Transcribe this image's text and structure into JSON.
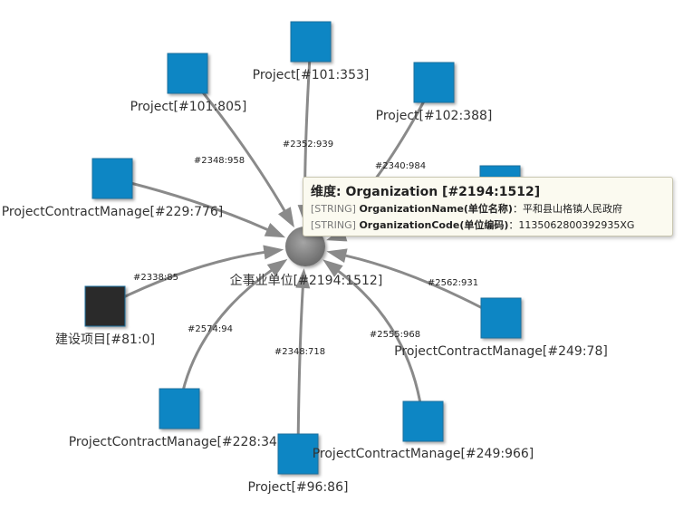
{
  "center": {
    "label": "企事业单位[#2194:1512]"
  },
  "nodes": [
    {
      "id": "n1",
      "label": "Project[#101:805]",
      "color": "#0a86c4"
    },
    {
      "id": "n2",
      "label": "Project[#101:353]",
      "color": "#0a86c4"
    },
    {
      "id": "n3",
      "label": "Project[#102:388]",
      "color": "#0a86c4"
    },
    {
      "id": "n4",
      "label": "ProjectContractManage[#229:776]",
      "color": "#0a86c4"
    },
    {
      "id": "n5",
      "label": "",
      "color": "#0a86c4"
    },
    {
      "id": "n6",
      "label": "建设项目[#81:0]",
      "color": "#2b2b2b"
    },
    {
      "id": "n7",
      "label": "ProjectContractManage[#249:78]",
      "color": "#0a86c4"
    },
    {
      "id": "n8",
      "label": "ProjectContractManage[#228:344]",
      "color": "#0a86c4"
    },
    {
      "id": "n9",
      "label": "Project[#96:86]",
      "color": "#0a86c4"
    },
    {
      "id": "n10",
      "label": "ProjectContractManage[#249:966]",
      "color": "#0a86c4"
    }
  ],
  "edges": [
    {
      "node": "n1",
      "label": "#2348:958"
    },
    {
      "node": "n2",
      "label": "#2352:939"
    },
    {
      "node": "n3",
      "label": "#2340:984"
    },
    {
      "node": "n4",
      "label": ""
    },
    {
      "node": "n5",
      "label": ""
    },
    {
      "node": "n6",
      "label": "#2338:85"
    },
    {
      "node": "n7",
      "label": "#2562:931"
    },
    {
      "node": "n8",
      "label": "#2574:94"
    },
    {
      "node": "n9",
      "label": "#2348:718"
    },
    {
      "node": "n10",
      "label": "#2555:968"
    }
  ],
  "tooltip": {
    "title": "维度: Organization [#2194:1512]",
    "rows": [
      {
        "type": "[STRING]",
        "key": "OrganizationName(单位名称)",
        "value": "：平和县山格镇人民政府"
      },
      {
        "type": "[STRING]",
        "key": "OrganizationCode(单位编码)",
        "value": "：1135062800392935XG"
      }
    ]
  }
}
